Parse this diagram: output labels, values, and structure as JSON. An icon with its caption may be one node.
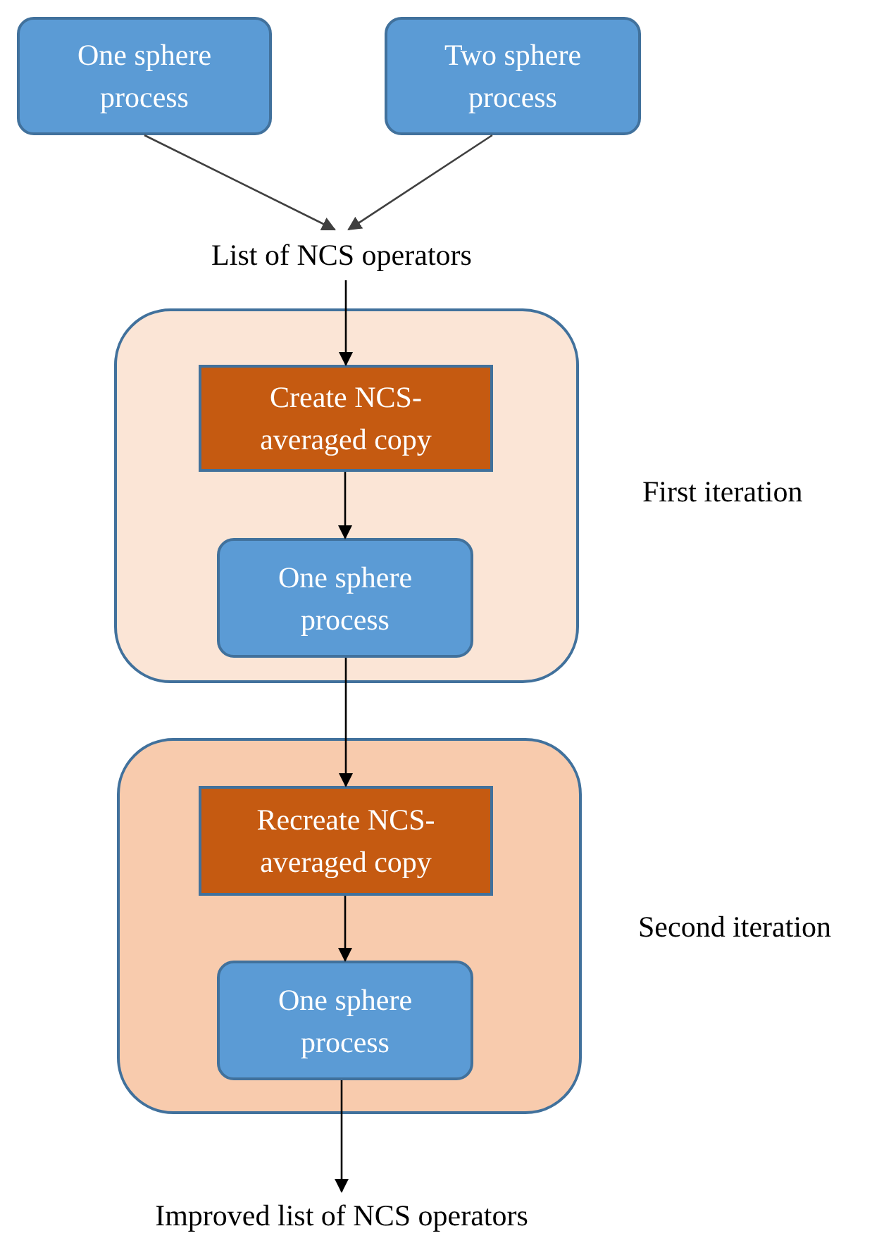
{
  "diagram": {
    "nodes": [
      {
        "text": [
          "One sphere process"
        ]
      },
      {
        "text": [
          "Two sphere process"
        ]
      },
      {
        "text": [
          "List of NCS operators"
        ]
      },
      {
        "text": [],
        "shape": "box",
        "beside": [
          "First iteration"
        ]
      },
      {
        "text": [
          "Create NCS-averaged copy"
        ],
        "in": 3
      },
      {
        "text": [
          "One sphere process"
        ],
        "in": 3
      },
      {
        "text": [],
        "shape": "box",
        "beside": [
          "Second iteration"
        ]
      },
      {
        "text": [
          "Recreate NCS-averaged copy"
        ],
        "in": 6
      },
      {
        "text": [
          "One sphere process"
        ],
        "in": 6
      },
      {
        "text": [
          "Improved list of NCS operators"
        ]
      }
    ],
    "edges": [
      {
        "from": 0,
        "to": 2,
        "arrow": "to",
        "color": "#404040"
      },
      {
        "from": 1,
        "to": 2,
        "arrow": "to",
        "color": "#404040"
      },
      {
        "from": 2,
        "to": 4,
        "arrow": "to"
      },
      {
        "from": 4,
        "to": 5,
        "arrow": "to"
      },
      {
        "from": 5,
        "to": 7,
        "arrow": "to"
      },
      {
        "from": 7,
        "to": 8,
        "arrow": "to"
      },
      {
        "from": 8,
        "to": 9,
        "arrow": "to"
      }
    ]
  }
}
